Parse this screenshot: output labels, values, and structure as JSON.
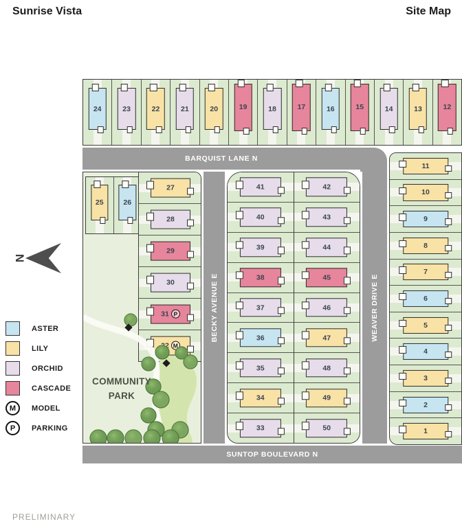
{
  "header": {
    "title": "Sunrise Vista",
    "page_label": "Site Map"
  },
  "footer": {
    "status": "PRELIMINARY"
  },
  "north_arrow": {
    "label": "N"
  },
  "park": {
    "label_line1": "COMMUNITY",
    "label_line2": "PARK"
  },
  "streets": {
    "barquist": "BARQUIST LANE N",
    "becky": "BECKY AVENUE E",
    "weaver": "WEAVER DRIVE E",
    "suntop": "SUNTOP BOULEVARD N"
  },
  "colors": {
    "aster": "#c7e4f1",
    "lily": "#f9e2a5",
    "orchid": "#e6dcea",
    "cascade": "#e6859b",
    "road": "#9c9c9c",
    "block_green": "#dcead0",
    "park_green": "#e8f0dd",
    "lawn_green": "#d3e5ad",
    "tree_green": "#6f9e55"
  },
  "legend": [
    {
      "label": "ASTER",
      "swatch": "aster"
    },
    {
      "label": "LILY",
      "swatch": "lily"
    },
    {
      "label": "ORCHID",
      "swatch": "orchid"
    },
    {
      "label": "CASCADE",
      "swatch": "cascade"
    },
    {
      "label": "MODEL",
      "symbol": "M"
    },
    {
      "label": "PARKING",
      "symbol": "P"
    }
  ],
  "lots": {
    "north_row": [
      {
        "n": "24",
        "c": "aster"
      },
      {
        "n": "23",
        "c": "orchid"
      },
      {
        "n": "22",
        "c": "lily"
      },
      {
        "n": "21",
        "c": "orchid"
      },
      {
        "n": "20",
        "c": "lily"
      },
      {
        "n": "19",
        "c": "cascade"
      },
      {
        "n": "18",
        "c": "orchid"
      },
      {
        "n": "17",
        "c": "cascade"
      },
      {
        "n": "16",
        "c": "aster"
      },
      {
        "n": "15",
        "c": "cascade"
      },
      {
        "n": "14",
        "c": "orchid"
      },
      {
        "n": "13",
        "c": "lily"
      },
      {
        "n": "12",
        "c": "cascade"
      }
    ],
    "west_pair": [
      {
        "n": "25",
        "c": "lily"
      },
      {
        "n": "26",
        "c": "aster"
      }
    ],
    "west_column": [
      {
        "n": "27",
        "c": "lily"
      },
      {
        "n": "28",
        "c": "orchid"
      },
      {
        "n": "29",
        "c": "cascade"
      },
      {
        "n": "30",
        "c": "orchid"
      },
      {
        "n": "31",
        "c": "cascade",
        "badge": "P"
      },
      {
        "n": "32",
        "c": "lily",
        "badge": "M"
      }
    ],
    "center_west_column": [
      {
        "n": "41",
        "c": "orchid"
      },
      {
        "n": "40",
        "c": "orchid"
      },
      {
        "n": "39",
        "c": "orchid"
      },
      {
        "n": "38",
        "c": "cascade"
      },
      {
        "n": "37",
        "c": "orchid"
      },
      {
        "n": "36",
        "c": "aster"
      },
      {
        "n": "35",
        "c": "orchid"
      },
      {
        "n": "34",
        "c": "lily"
      },
      {
        "n": "33",
        "c": "orchid"
      }
    ],
    "center_east_column": [
      {
        "n": "42",
        "c": "orchid"
      },
      {
        "n": "43",
        "c": "orchid"
      },
      {
        "n": "44",
        "c": "orchid"
      },
      {
        "n": "45",
        "c": "cascade"
      },
      {
        "n": "46",
        "c": "orchid"
      },
      {
        "n": "47",
        "c": "lily"
      },
      {
        "n": "48",
        "c": "orchid"
      },
      {
        "n": "49",
        "c": "lily"
      },
      {
        "n": "50",
        "c": "orchid"
      }
    ],
    "east_column": [
      {
        "n": "11",
        "c": "lily"
      },
      {
        "n": "10",
        "c": "lily"
      },
      {
        "n": "9",
        "c": "aster"
      },
      {
        "n": "8",
        "c": "lily"
      },
      {
        "n": "7",
        "c": "lily"
      },
      {
        "n": "6",
        "c": "aster"
      },
      {
        "n": "5",
        "c": "lily"
      },
      {
        "n": "4",
        "c": "aster"
      },
      {
        "n": "3",
        "c": "lily"
      },
      {
        "n": "2",
        "c": "aster"
      },
      {
        "n": "1",
        "c": "lily"
      }
    ]
  }
}
